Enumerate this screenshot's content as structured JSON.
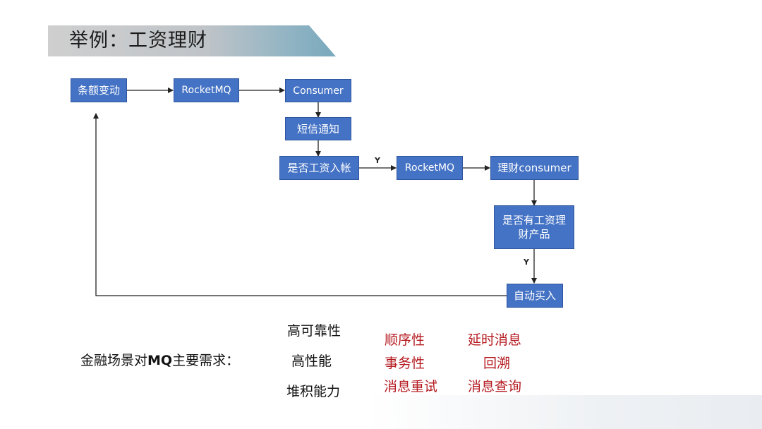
{
  "slide": {
    "title": "举例：工资理财"
  },
  "flow": {
    "balance_change": "条额变动",
    "rocketmq_1": "RocketMQ",
    "consumer": "Consumer",
    "sms_notify": "短信通知",
    "salary_check": "是否工资入帐",
    "rocketmq_2": "RocketMQ",
    "finance_consumer": "理财consumer",
    "has_product_line1": "是否有工资理",
    "has_product_line2": "财产品",
    "auto_buy": "自动买入",
    "yes_label_1": "Y",
    "yes_label_2": "Y"
  },
  "requirements": {
    "heading_prefix": "金融场景对",
    "heading_mq": "MQ",
    "heading_suffix": "主要需求：",
    "black": [
      "高可靠性",
      "高性能",
      "堆积能力"
    ],
    "red_col1": [
      "顺序性",
      "事务性",
      "消息重试"
    ],
    "red_col2": [
      "延时消息",
      "回溯",
      "消息查询"
    ]
  },
  "colors": {
    "box_fill": "#4472c4",
    "accent_red": "#b4191f"
  }
}
